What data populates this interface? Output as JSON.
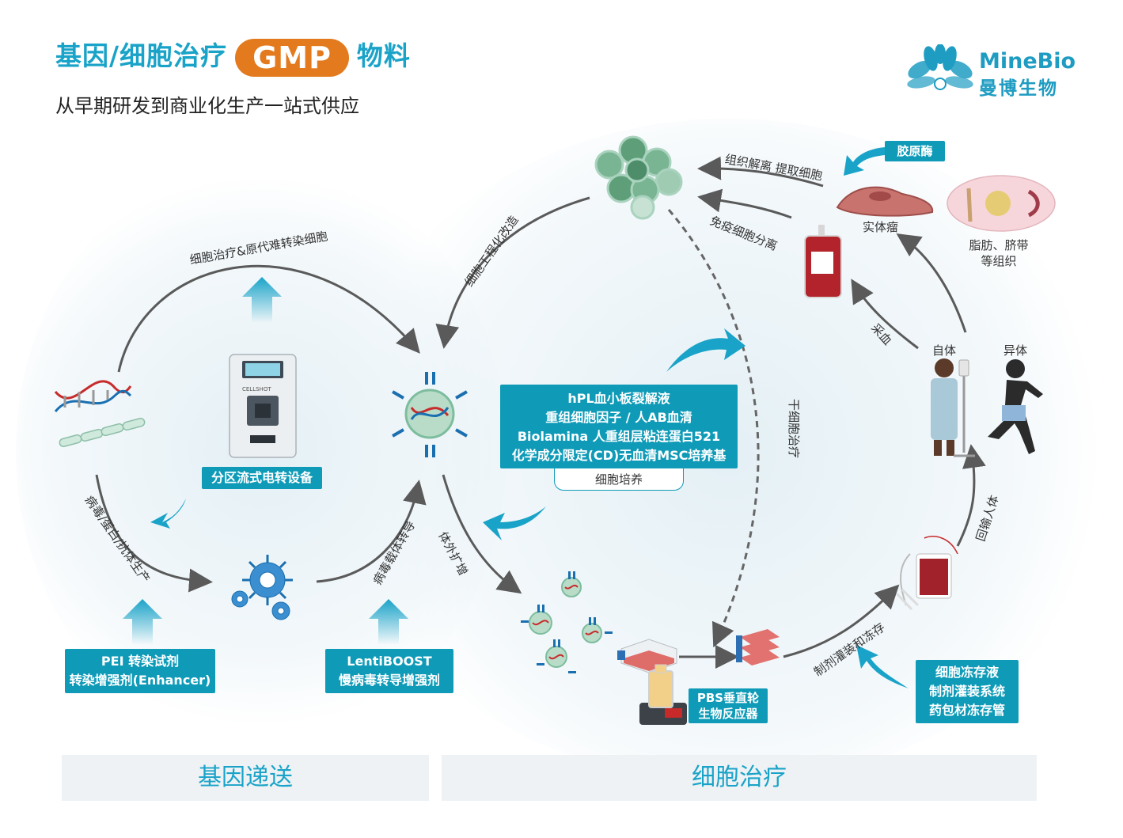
{
  "header": {
    "title_pre": "基因/细胞治疗",
    "title_pill": "GMP",
    "title_post": "物料",
    "subtitle": "从早期研发到商业化生产一站式供应"
  },
  "logo": {
    "name_en": "MineBio",
    "name_cn": "曼博生物"
  },
  "gene_delivery": {
    "top_arc_label": "细胞治疗&原代难转染细胞",
    "device_label": "分区流式电转设备",
    "device_brand": "CELLSHOT",
    "left_arc_label": "病毒/蛋白/抗体生产",
    "right_arc_label": "病毒载体转导",
    "pei_box": [
      "PEI 转染试剂",
      "转染增强剂(Enhancer)"
    ],
    "lenti_box": [
      "LentiBOOST",
      "慢病毒转导增强剂"
    ]
  },
  "cell_therapy": {
    "engineering_label": "细胞工程化改造",
    "culture_box": [
      "hPL血小板裂解液",
      "重组细胞因子 / 人AB血清",
      "Biolamina 人重组层粘连蛋白521",
      "化学成分限定(CD)无血清MSC培养基"
    ],
    "culture_tab": "细胞培养",
    "expansion_label": "体外扩增",
    "stem_cell_label": "干细胞治疗",
    "pbs_box": [
      "PBS垂直轮",
      "生物反应器"
    ],
    "fill_label": "制剂灌装和冻存",
    "freeze_box": [
      "细胞冻存液",
      "制剂灌装系统",
      "药包材冻存管"
    ],
    "reinfusion_label": "回输人体",
    "autologous": "自体",
    "allogeneic": "异体",
    "blood_label": "采血",
    "immune_label": "免疫细胞分离",
    "tumor_label": "实体瘤",
    "tissue_label": "组织解离 提取细胞",
    "collagenase": "胶原酶",
    "fat_label": [
      "脂肪、脐带",
      "等组织"
    ]
  },
  "bottom": {
    "gene": "基因递送",
    "cell": "细胞治疗"
  },
  "colors": {
    "teal": "#0f9bb8",
    "orange": "#e37b1e",
    "title": "#1aa3c8",
    "arrow": "#5a5a5a"
  }
}
